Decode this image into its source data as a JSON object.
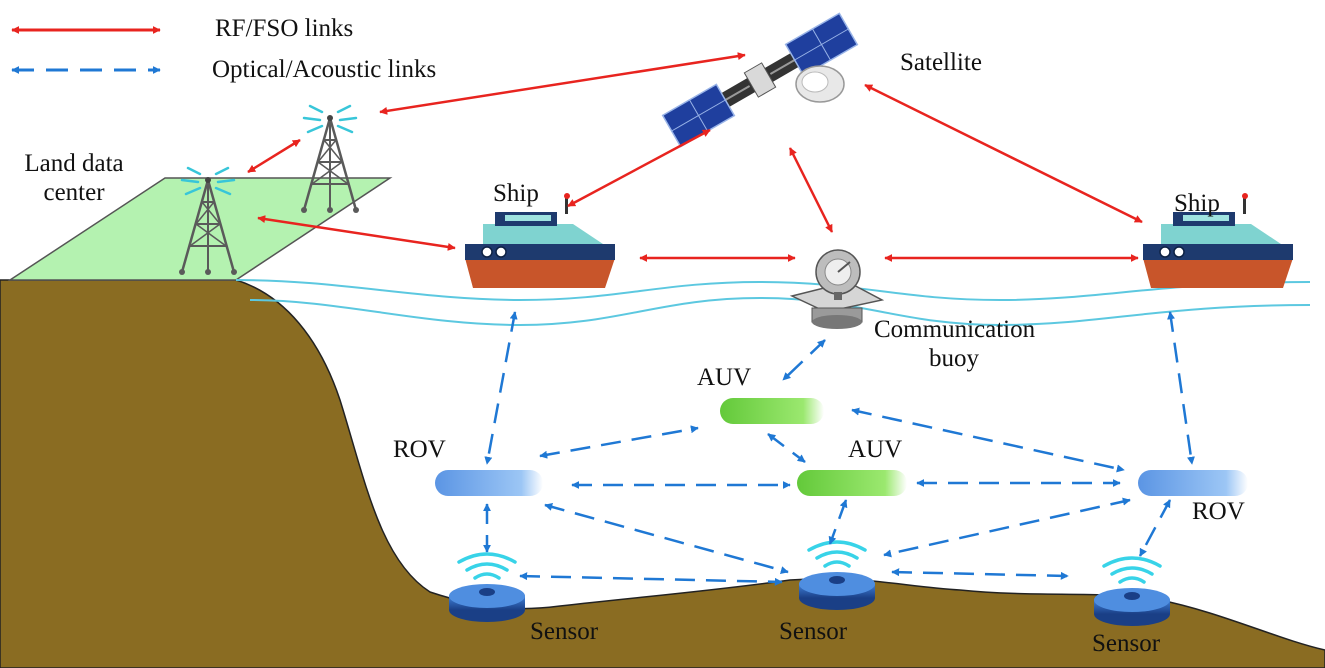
{
  "legend": {
    "rf_label": "RF/FSO links",
    "optical_label": "Optical/Acoustic links"
  },
  "labels": {
    "satellite": "Satellite",
    "land_line1": "Land data",
    "land_line2": "center",
    "ship_left": "Ship",
    "ship_right": "Ship",
    "buoy_line1": "Communication",
    "buoy_line2": "buoy",
    "auv_top": "AUV",
    "auv_mid": "AUV",
    "rov_left": "ROV",
    "rov_right": "ROV",
    "sensor_left": "Sensor",
    "sensor_mid": "Sensor",
    "sensor_right": "Sensor"
  },
  "colors": {
    "rf_link": "#e8241f",
    "optical_link": "#1f78d4",
    "land": "#8a6c22",
    "land_platform": "#b4f2b0",
    "water": "#5cc8e0",
    "auv": "#7ed957",
    "rov": "#6aa6ec",
    "sensor": "#2c5fb0",
    "solar_panel": "#1f3f9e"
  }
}
